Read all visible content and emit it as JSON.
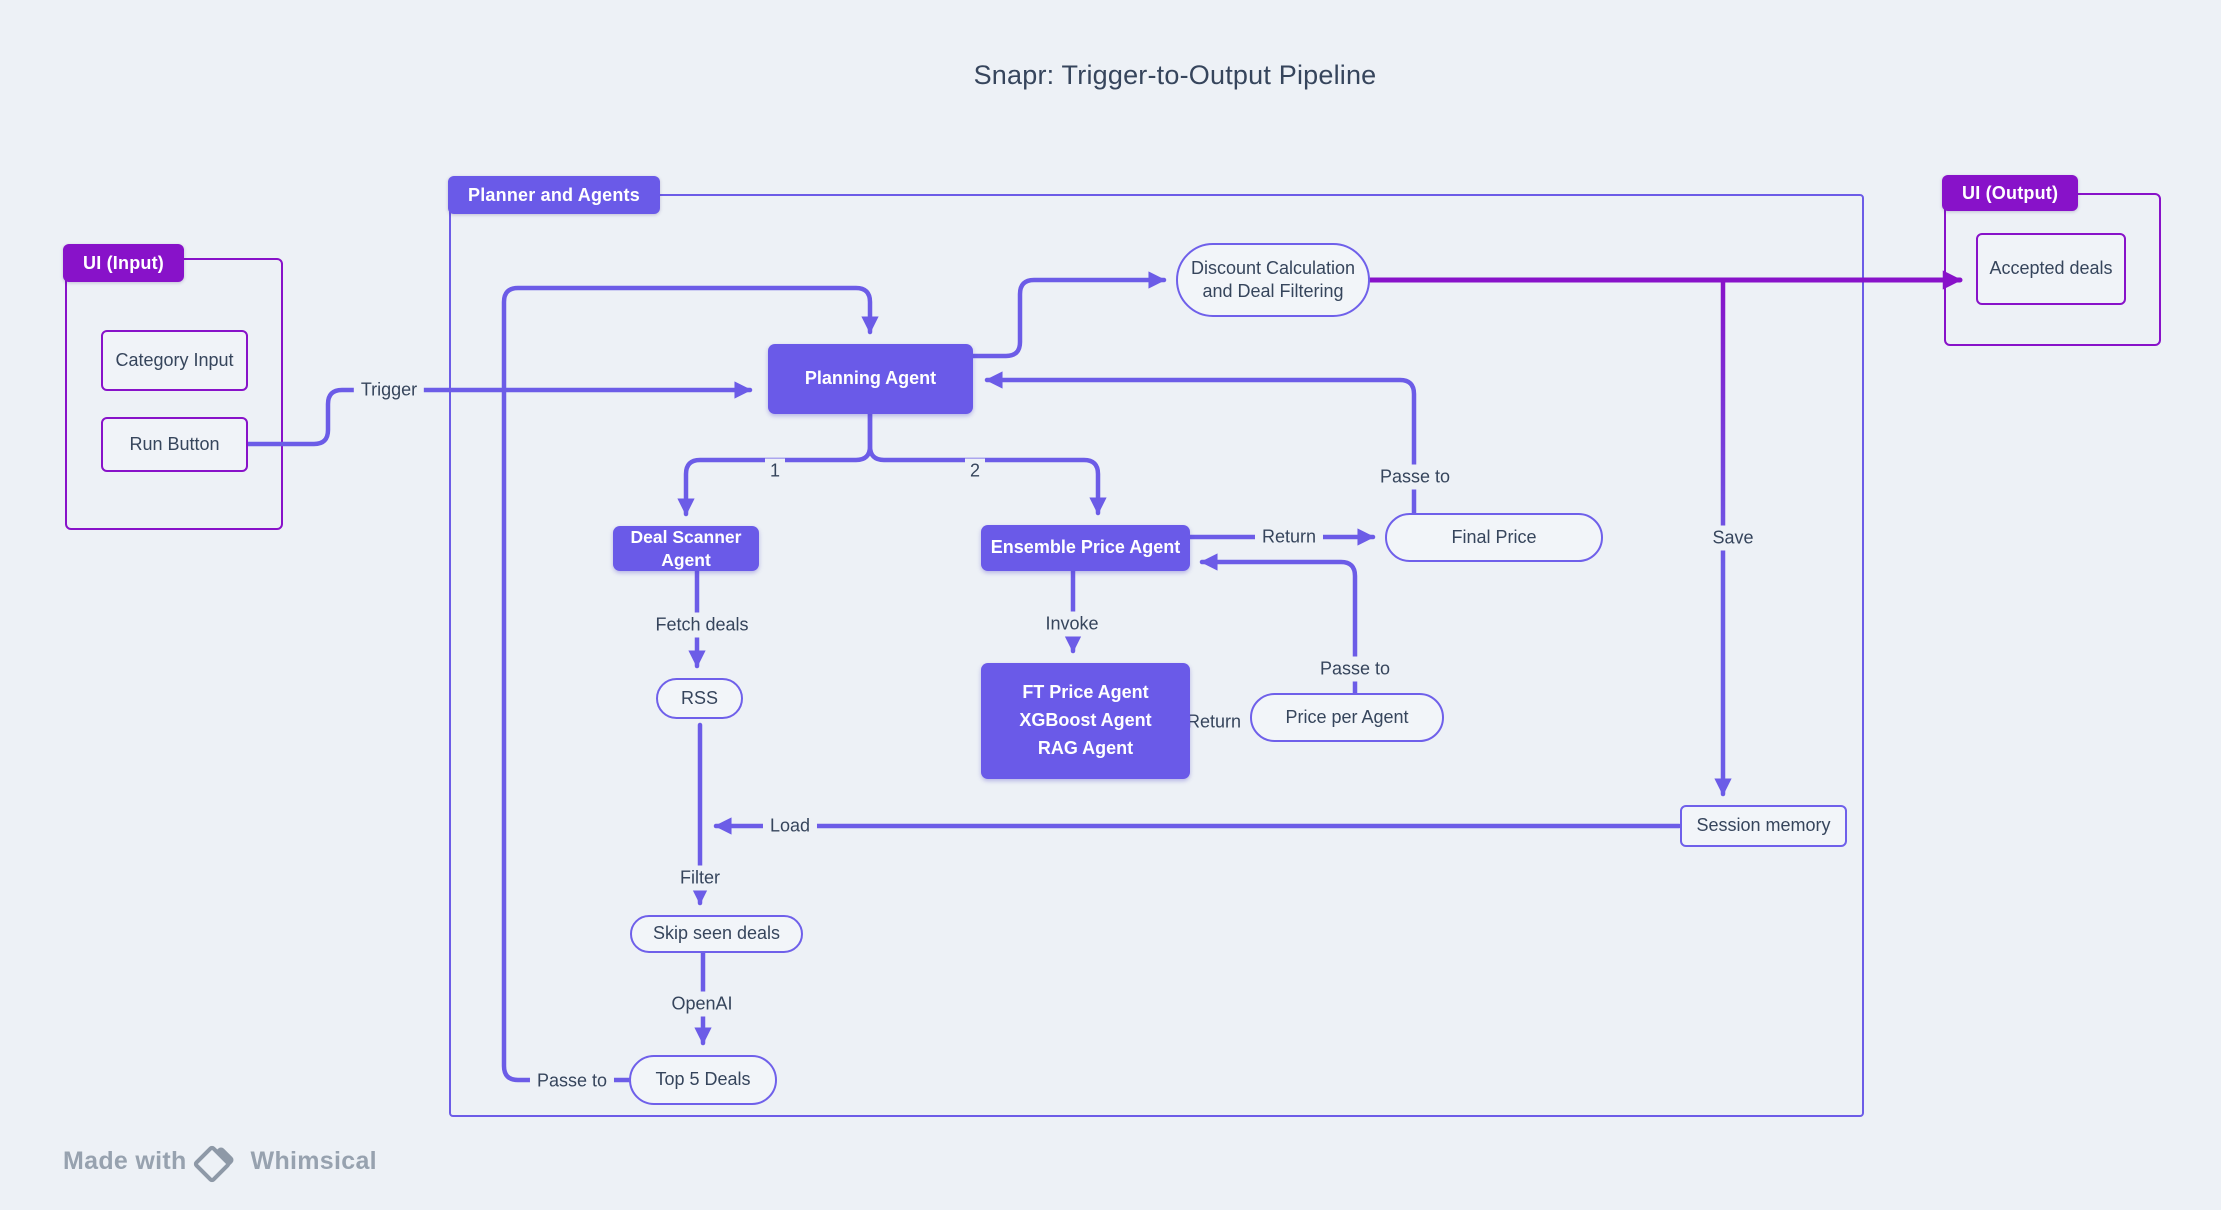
{
  "title": "Snapr: Trigger-to-Output Pipeline",
  "containers": {
    "input": {
      "label": "UI (Input)"
    },
    "planner": {
      "label": "Planner and Agents"
    },
    "output": {
      "label": "UI (Output)"
    }
  },
  "nodes": {
    "category_input": "Category Input",
    "run_button": "Run Button",
    "planning_agent": "Planning Agent",
    "discount_calc": "Discount Calculation and Deal Filtering",
    "deal_scanner": "Deal Scanner Agent",
    "ensemble": "Ensemble Price Agent",
    "ft_lines": [
      "FT Price Agent",
      "XGBoost Agent",
      "RAG Agent"
    ],
    "rss": "RSS",
    "price_per_agent": "Price per Agent",
    "final_price": "Final Price",
    "skip_seen": "Skip seen deals",
    "top5": "Top 5 Deals",
    "session_memory": "Session memory",
    "accepted_deals": "Accepted deals"
  },
  "edge_labels": {
    "trigger": "Trigger",
    "one": "1",
    "two": "2",
    "fetch": "Fetch deals",
    "invoke": "Invoke",
    "return_final": "Return",
    "passe_final": "Passe to",
    "return_ppa": "Return",
    "passe_ppa": "Passe to",
    "save": "Save",
    "load": "Load",
    "filter": "Filter",
    "openai": "OpenAI",
    "passe_top5": "Passe to"
  },
  "watermark": {
    "made_with": "Made with",
    "brand": "Whimsical"
  },
  "colors": {
    "canvas": "#edf1f6",
    "violet_fill": "#6a5ae8",
    "violet_line": "#6c5ce7",
    "purple": "#8812c9",
    "text": "#36455c",
    "watermark_gray": "#97a2af"
  }
}
